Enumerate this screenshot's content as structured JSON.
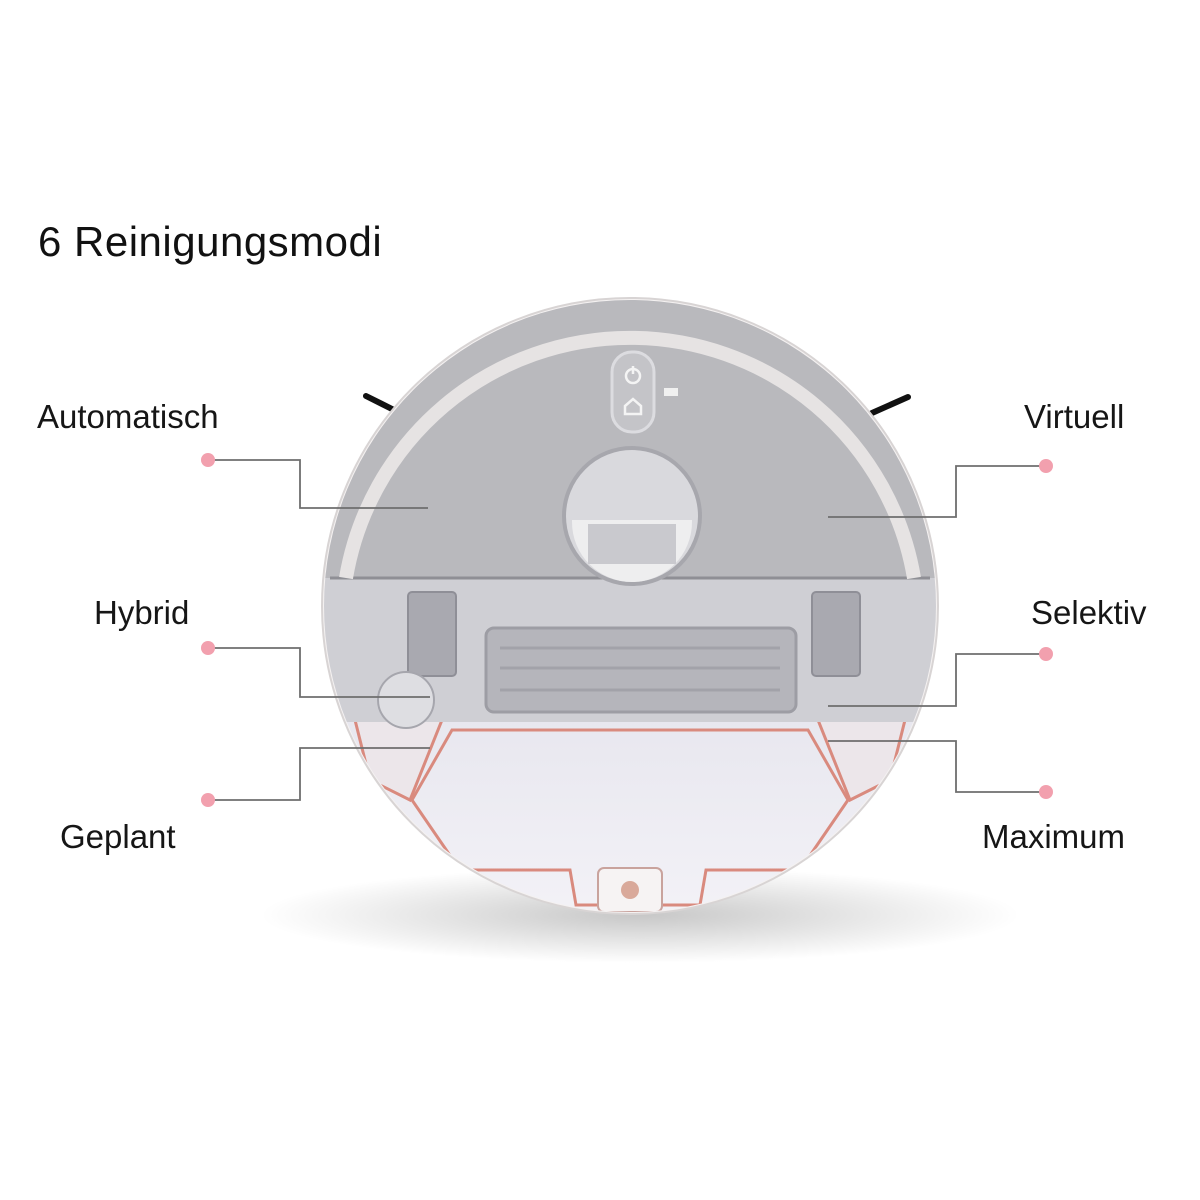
{
  "title": "6 Reinigungsmodi",
  "modes": {
    "automatisch": "Automatisch",
    "hybrid": "Hybrid",
    "geplant": "Geplant",
    "virtuell": "Virtuell",
    "selektiv": "Selektiv",
    "maximum": "Maximum"
  },
  "colors": {
    "marker": "#f2a0ae",
    "leader_line": "#6e6e6e",
    "robot_body": "#b9b9bd",
    "robot_rim": "#f4f1f1",
    "dust_bin_accent": "#d98a7e"
  },
  "icons": [
    "power-icon",
    "home-icon",
    "brand-logo-icon"
  ]
}
